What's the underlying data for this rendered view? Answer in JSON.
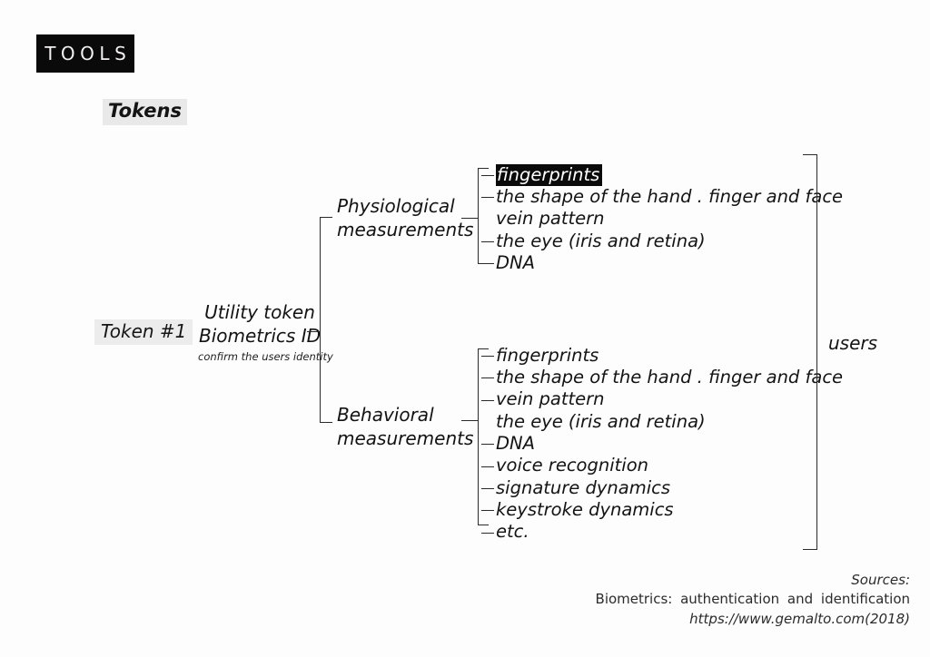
{
  "header": {
    "logo_text": "TOOLS",
    "logo_bg": "#0a0a0a",
    "logo_fg": "#f3f0f0",
    "section_title": "Tokens",
    "section_title_bg": "#e9e9e9"
  },
  "tree": {
    "root_chip": "Token #1",
    "root_chip_bg": "#ececec",
    "root_title_line1": "Utility token",
    "root_title_line2": "Biometrics ID",
    "root_subtitle": "confirm the users identity",
    "branches": [
      {
        "id": "physiological",
        "label_line1": "Physiological",
        "label_line2": "measurements",
        "items": [
          {
            "text": "fingerprints",
            "highlighted": true
          },
          {
            "text": "the shape of the hand . finger and face",
            "highlighted": false
          },
          {
            "text": "vein pattern",
            "highlighted": false
          },
          {
            "text": "the eye (iris and retina)",
            "highlighted": false
          },
          {
            "text": "DNA",
            "highlighted": false
          }
        ]
      },
      {
        "id": "behavioral",
        "label_line1": "Behavioral",
        "label_line2": "measurements",
        "items": [
          {
            "text": "fingerprints",
            "highlighted": false
          },
          {
            "text": "the shape of the hand . finger and face",
            "highlighted": false
          },
          {
            "text": "vein pattern",
            "highlighted": false
          },
          {
            "text": "the eye (iris and retina)",
            "highlighted": false
          },
          {
            "text": "DNA",
            "highlighted": false
          },
          {
            "text": "voice recognition",
            "highlighted": false
          },
          {
            "text": "signature dynamics",
            "highlighted": false
          },
          {
            "text": "keystroke dynamics",
            "highlighted": false
          },
          {
            "text": "etc.",
            "highlighted": false
          }
        ]
      }
    ],
    "outcome_label": "users",
    "line_color": "#2a2a2a",
    "highlight_bg": "#0a0a0a",
    "highlight_fg": "#ffffff"
  },
  "sources": {
    "heading": "Sources:",
    "reference": "Biometrics: authentication and identification",
    "url": "https://www.gemalto.com(2018)"
  }
}
